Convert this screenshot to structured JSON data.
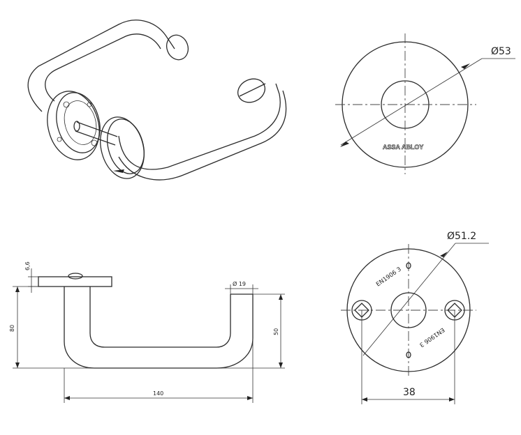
{
  "dimensions": {
    "rose_diameter": "Ø53",
    "back_plate_diameter": "Ø51.2",
    "thickness": "6,6",
    "height_total": "80",
    "lever_diameter": "Ø 19",
    "height_50": "50",
    "length": "140",
    "screw_spacing": "38"
  },
  "labels": {
    "brand": "ASSA ABLOY",
    "standard_top": "EN1906  3",
    "standard_bottom": "EN1906  3"
  }
}
